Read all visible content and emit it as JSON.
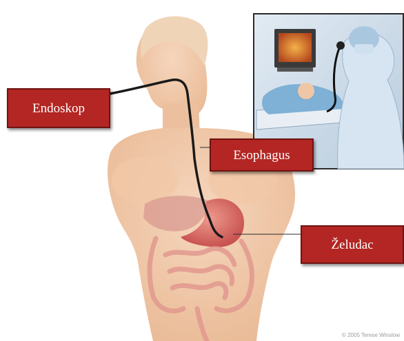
{
  "labels": {
    "endoscope": "Endoskop",
    "esophagus": "Esophagus",
    "stomach": "Želudac"
  },
  "credit": "© 2005 Terese Winslow",
  "colors": {
    "label_fill": "#b32623",
    "label_border": "#6e1411",
    "skin": "#f2c9a8",
    "stomach": "#d97070",
    "intestine": "#e7a49a",
    "liver": "#cf8c83",
    "inset_frame": "#2a2a2a",
    "inset_bg": "#c9d8e6"
  }
}
